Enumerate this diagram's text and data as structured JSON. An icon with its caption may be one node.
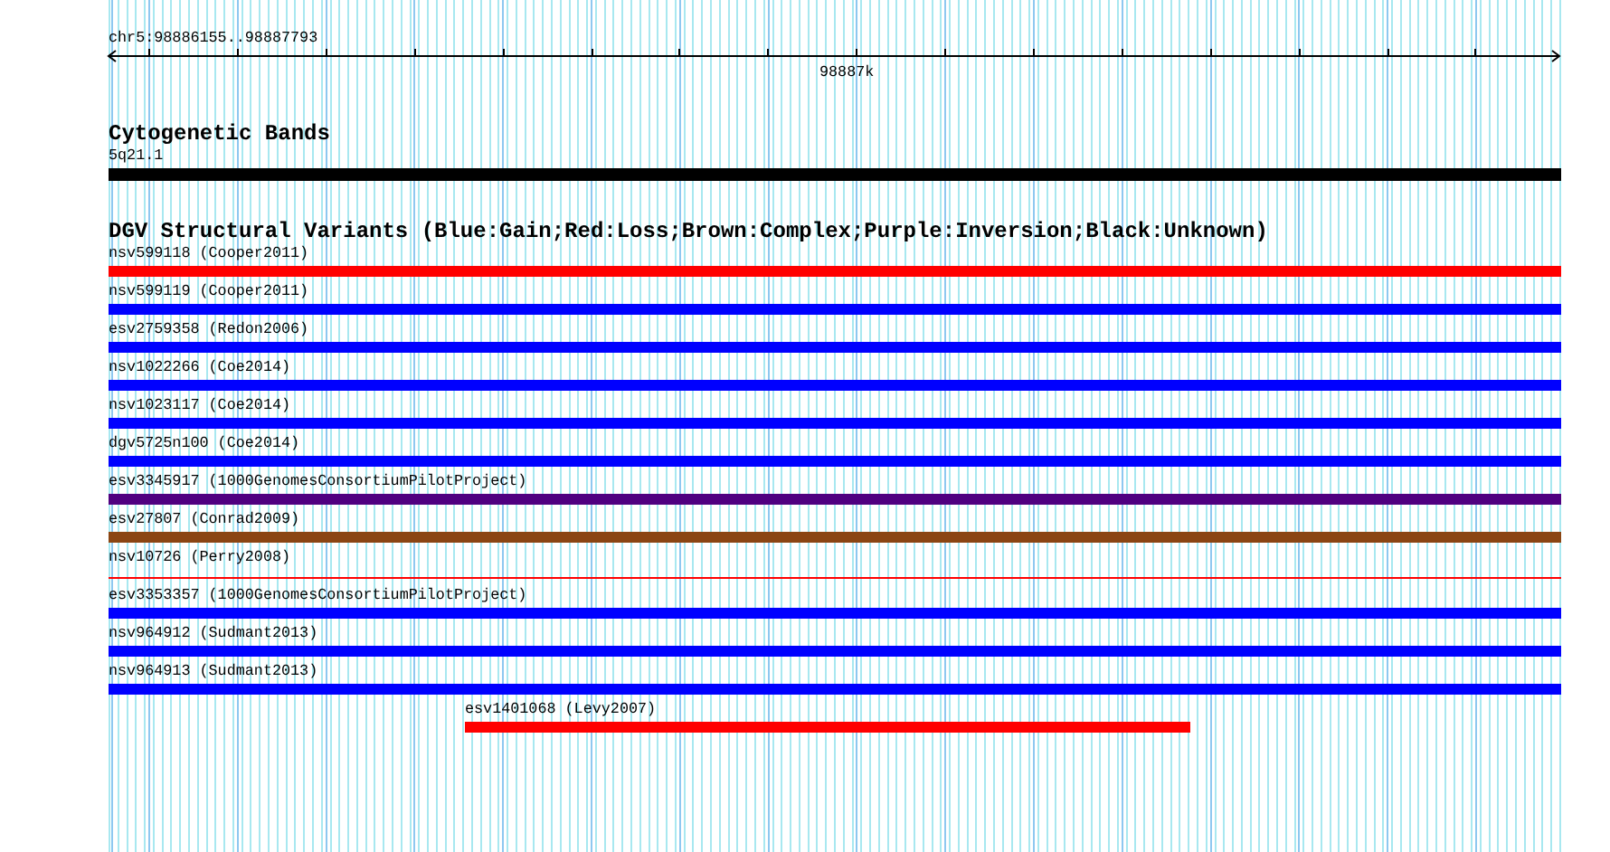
{
  "diagram": {
    "nodes": [
      {
        "text": [
          "5q21.1"
        ]
      },
      {
        "text": [
          "nsv599118 (Cooper2011)"
        ]
      },
      {
        "text": [
          "nsv599119 (Cooper2011)"
        ]
      },
      {
        "text": [
          "esv2759358 (Redon2006)"
        ]
      },
      {
        "text": [
          "nsv1022266 (Coe2014)"
        ]
      },
      {
        "text": [
          "nsv1023117 (Coe2014)"
        ]
      },
      {
        "text": [
          "dgv5725n100 (Coe2014)"
        ]
      },
      {
        "text": [
          "esv3345917 (1000GenomesConsortiumPilotProject)"
        ]
      },
      {
        "text": [
          "esv27807 (Conrad2009)"
        ]
      },
      {
        "text": [
          "nsv10726 (Perry2008)"
        ]
      },
      {
        "text": [
          "esv3353357 (1000GenomesConsortiumPilotProject)"
        ]
      },
      {
        "text": [
          "nsv964912 (Sudmant2013)"
        ]
      },
      {
        "text": [
          "nsv964913 (Sudmant2013)"
        ]
      },
      {
        "text": [
          "esv1401068 (Levy2007)"
        ]
      }
    ],
    "labels": [
      "chr5:98886155..98887793",
      "98887k",
      "Cytogenetic Bands",
      "DGV Structural Variants (Blue:Gain;Red:Loss;Brown:Complex;Purple:Inversion;Black:Unknown)"
    ]
  }
}
